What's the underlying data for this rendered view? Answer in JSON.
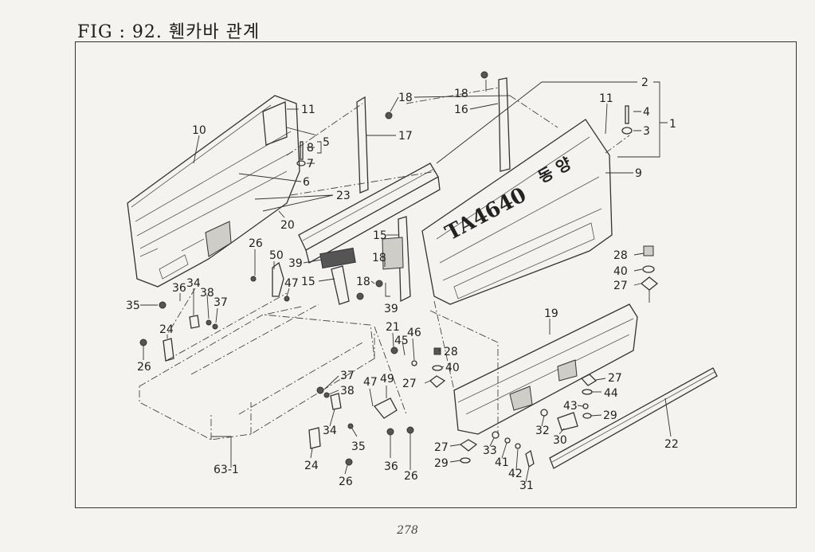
{
  "title": "FIG : 92. 휀카바 관계",
  "page_number": "278",
  "plate_text": "TA4640",
  "plate_text_korean": "동 양",
  "part_labels": {
    "p2": "2",
    "p1": "1",
    "p4": "4",
    "p3": "3",
    "p9": "9",
    "p11a": "11",
    "p11b": "11",
    "p16": "16",
    "p18a": "18",
    "p18b": "18",
    "p17": "17",
    "p10": "10",
    "p8": "8",
    "p5": "5",
    "p7": "7",
    "p6": "6",
    "p23": "23",
    "p20": "20",
    "p15a": "15",
    "p15b": "15",
    "p18c": "18",
    "p18d": "18",
    "p39a": "39",
    "p39b": "39",
    "p50": "50",
    "p26a": "26",
    "p47a": "47",
    "p36a": "36",
    "p34a": "34",
    "p38a": "38",
    "p37a": "37",
    "p35a": "35",
    "p24a": "24",
    "p26b": "26",
    "p28a": "28",
    "p40a": "40",
    "p27a": "27",
    "p19": "19",
    "p21": "21",
    "p45": "45",
    "p46": "46",
    "p28b": "28",
    "p40b": "40",
    "p27b": "27",
    "p37b": "37",
    "p38b": "38",
    "p47b": "47",
    "p49": "49",
    "p34b": "34",
    "p35b": "35",
    "p36b": "36",
    "p26c": "26",
    "p24b": "24",
    "p26d": "26",
    "p63": "63-1",
    "p27c": "27",
    "p29a": "29",
    "p33": "33",
    "p41": "41",
    "p42": "42",
    "p31": "31",
    "p32": "32",
    "p30": "30",
    "p27d": "27",
    "p44": "44",
    "p43": "43",
    "p29b": "29",
    "p22": "22"
  }
}
